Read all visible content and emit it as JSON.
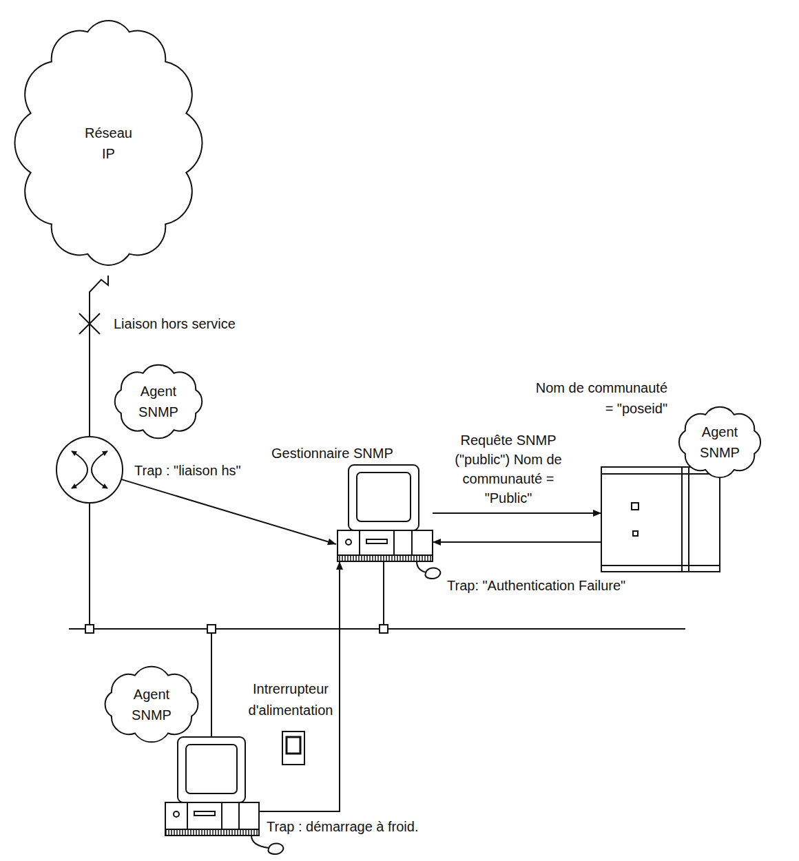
{
  "diagram": {
    "nodes": [
      {
        "text": [
          "Réseau IP"
        ]
      },
      {
        "text": [
          "Agent SNMP"
        ]
      },
      {
        "text": [
          "Gestionnaire SNMP"
        ]
      },
      {
        "text": [
          "Agent SNMP"
        ]
      },
      {
        "text": [
          "Agent SNMP"
        ]
      }
    ],
    "edges": [
      {
        "from": 0,
        "to": 1,
        "arrow": "none",
        "label": "Liaison hors service"
      },
      {
        "from": 1,
        "to": 2,
        "arrow": "to",
        "label": "Trap : \"liaison hs\""
      },
      {
        "from": 2,
        "to": 3,
        "arrow": "to",
        "label": "Requête SNMP (\"public\") Nom de communauté = \"Public\""
      },
      {
        "from": 3,
        "to": 2,
        "arrow": "to",
        "label": "Trap: \"Authentication Failure\""
      },
      {
        "from": 4,
        "to": 2,
        "arrow": "to",
        "label": "Trap : démarrage à froid."
      }
    ],
    "labels": [
      "Nom de communauté = \"poseid\"",
      "Intrerrupteur d'alimentation"
    ]
  }
}
